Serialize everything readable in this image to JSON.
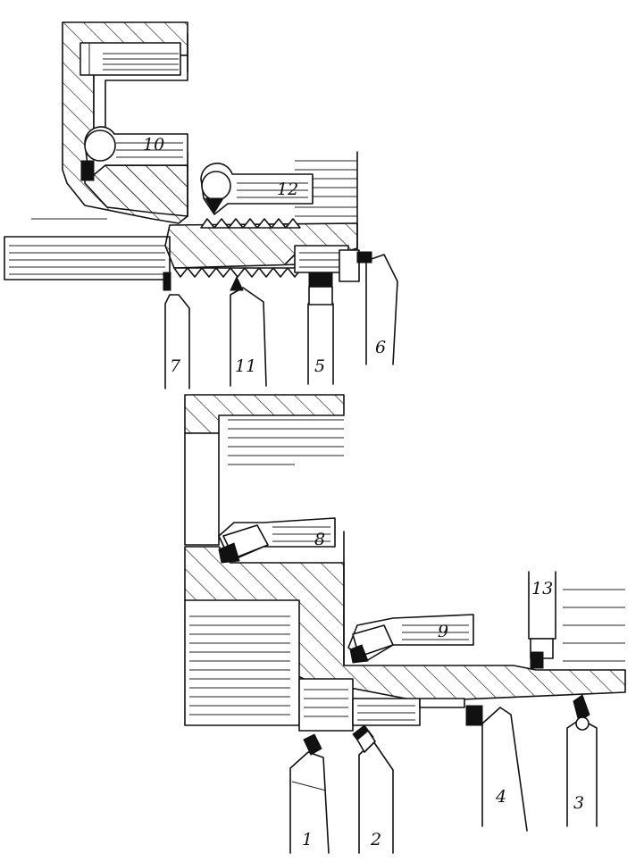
{
  "labels": {
    "t1": "1",
    "t2": "2",
    "t3": "3",
    "t4": "4",
    "t5": "5",
    "t6": "6",
    "t7": "7",
    "t8": "8",
    "t9": "9",
    "t10": "10",
    "t11": "11",
    "t12": "12",
    "t13": "13"
  },
  "colors": {
    "ink": "#111111",
    "paper": "#ffffff"
  }
}
